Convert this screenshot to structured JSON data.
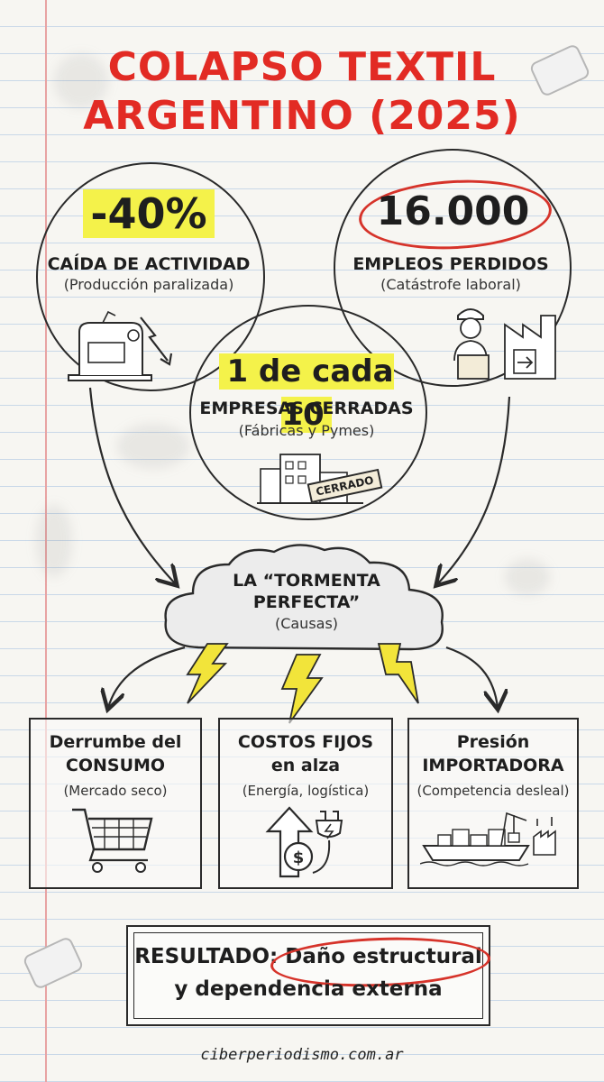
{
  "title_line1": "COLAPSO TEXTIL",
  "title_line2": "ARGENTINO (2025)",
  "stats": [
    {
      "value": "-40%",
      "label": "CAÍDA DE ACTIVIDAD",
      "sub": "(Producción paralizada)"
    },
    {
      "value": "16.000",
      "label": "EMPLEOS PERDIDOS",
      "sub": "(Catástrofe laboral)"
    },
    {
      "value": "1 de cada 10",
      "label": "EMPRESAS CERRADAS",
      "sub": "(Fábricas y Pymes)",
      "sign": "CERRADO"
    }
  ],
  "storm": {
    "line1": "LA “TORMENTA",
    "line2": "PERFECTA”",
    "sub": "(Causas)"
  },
  "causes": [
    {
      "h1": "Derrumbe del",
      "h2": "CONSUMO",
      "sub": "(Mercado seco)",
      "icon": "shopping-cart-icon"
    },
    {
      "h1": "COSTOS FIJOS",
      "h2": "en alza",
      "sub": "(Energía, logística)",
      "icon": "rising-cost-icon"
    },
    {
      "h1": "Presión",
      "h2": "IMPORTADORA",
      "sub": "(Competencia desleal)",
      "icon": "cargo-ship-icon"
    }
  ],
  "result": {
    "prefix": "RESULTADO:",
    "emphasis": "Daño estructural",
    "line2": "y dependencia externa"
  },
  "footer": "ciberperiodismo.com.ar",
  "colors": {
    "title_red": "#e22b24",
    "highlight": "#f4f24a",
    "lightning": "#f2e43a",
    "ink": "#2a2a2a"
  }
}
